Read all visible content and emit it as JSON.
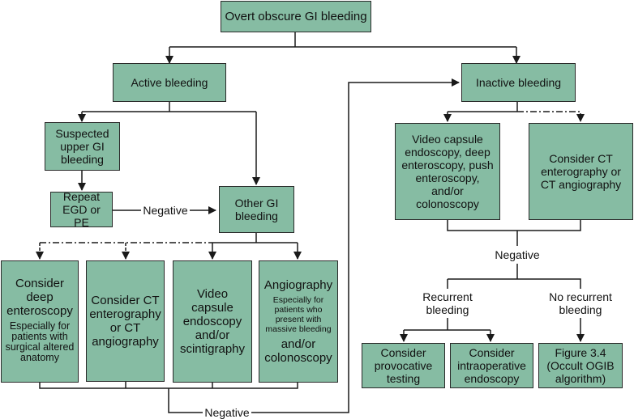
{
  "diagram": {
    "root": "Overt obscure GI bleeding",
    "active": {
      "title": "Active bleeding",
      "suspected_upper": "Suspected upper GI bleeding",
      "repeat_egd": "Repeat EGD or PE",
      "negative_label": "Negative",
      "other_gi": "Other GI bleeding",
      "options": [
        {
          "main": "Consider deep enteroscopy",
          "note": "Especially for patients with surgical altered anatomy",
          "after": "",
          "link": "dashed"
        },
        {
          "main": "Consider CT enterography or CT angiography",
          "note": "",
          "after": "",
          "link": "dashed"
        },
        {
          "main": "Video capsule endoscopy and/or scintigraphy",
          "note": "",
          "after": "",
          "link": "solid"
        },
        {
          "main": "Angiography",
          "note": "Especially for patients who present with massive bleeding",
          "after": "and/or colonoscopy",
          "link": "solid"
        }
      ],
      "bottom_negative_label": "Negative"
    },
    "inactive": {
      "title": "Inactive bleeding",
      "left_option": "Video capsule endoscopy, deep enteroscopy, push enteroscopy, and/or colonoscopy",
      "right_option": "Consider CT enterography or CT angiography",
      "negative_label": "Negative",
      "recurrent_label": "Recurrent bleeding",
      "no_recurrent_label": "No recurrent bleeding",
      "provocative": "Consider provocative testing",
      "intraoperative": "Consider intraoperative endoscopy",
      "figure_ref": "Figure 3.4 (Occult OGIB algorithm)"
    },
    "colors": {
      "box_fill": "#86bca3",
      "box_border": "#2a2a2a",
      "line": "#1a1a1a"
    }
  }
}
